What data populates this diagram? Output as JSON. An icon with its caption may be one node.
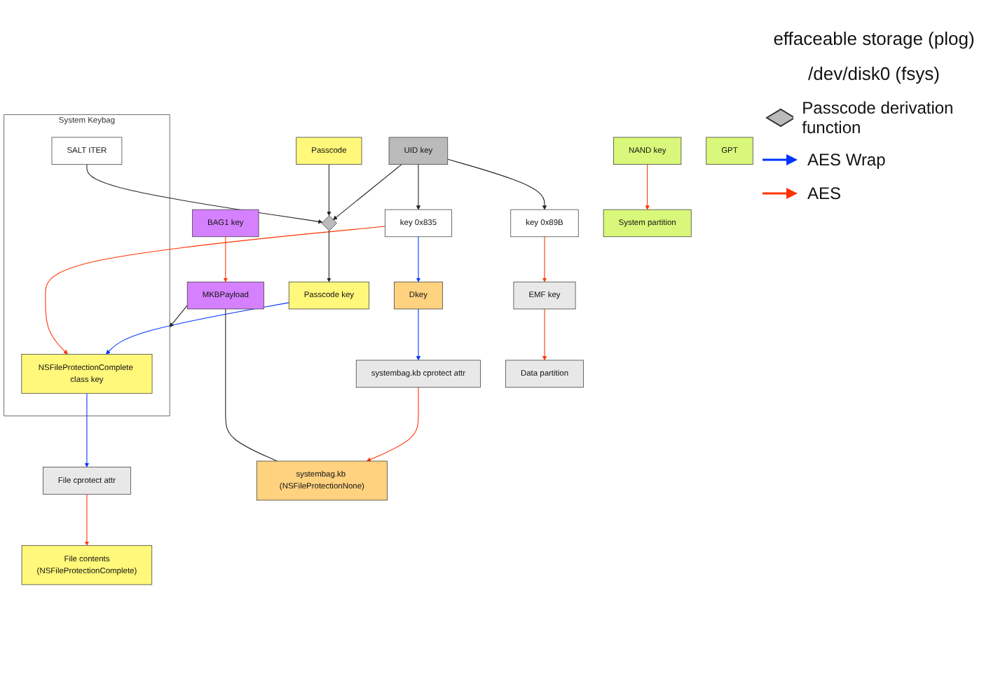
{
  "diagram": {
    "nodes": [
      {
        "text": [
          "UID key"
        ]
      },
      {
        "text": [
          "key 0x89B"
        ]
      },
      {
        "text": [
          "key 0x835"
        ]
      },
      {
        "text": [
          "EMF key"
        ]
      },
      {
        "text": [
          "Dkey"
        ]
      },
      {
        "text": [
          "BAG1 key"
        ]
      },
      {
        "text": [
          "GPT"
        ]
      },
      {
        "text": [
          "System partition"
        ]
      },
      {
        "text": [
          "Data partition"
        ]
      },
      {
        "text": [
          "systembag.kb cprotect attr"
        ]
      },
      {
        "text": [
          "systembag.kb (NSFileProtectionNone)"
        ]
      },
      {
        "text": [
          "File cprotect attr"
        ]
      },
      {
        "text": [
          "File contents",
          "(NSFileProtectionComplete)"
        ]
      },
      {
        "text": [
          "NAND key"
        ]
      },
      {
        "text": [
          "System Keybag"
        ]
      },
      {
        "text": [
          "NSFileProtectionComplete class key"
        ],
        "in": 14
      },
      {
        "text": [
          "SALT ITER"
        ],
        "in": 14
      },
      {
        "text": [
          "MKBPayload"
        ]
      },
      {
        "text": [
          "Passcode key"
        ]
      },
      {
        "text": [],
        "shape": "diamond"
      },
      {
        "text": [
          "Passcode"
        ]
      }
    ],
    "edges": [
      {
        "from": 0,
        "to": 1,
        "arrow": "to"
      },
      {
        "from": 0,
        "to": 2,
        "arrow": "to"
      },
      {
        "from": 0,
        "to": 19,
        "arrow": "to"
      },
      {
        "from": 1,
        "to": 3,
        "arrow": "to",
        "color": "#ff3300"
      },
      {
        "from": 2,
        "to": 4,
        "arrow": "to",
        "color": "#0033ff"
      },
      {
        "from": 2,
        "to": 15,
        "arrow": "to",
        "color": "#ff3300"
      },
      {
        "from": 3,
        "to": 8,
        "arrow": "to",
        "color": "#ff3300"
      },
      {
        "from": 4,
        "to": 9,
        "arrow": "to",
        "color": "#0033ff"
      },
      {
        "from": 5,
        "to": 17,
        "arrow": "to",
        "color": "#ff3300"
      },
      {
        "from": 13,
        "to": 7,
        "arrow": "to",
        "color": "#ff3300"
      },
      {
        "from": 9,
        "to": 10,
        "arrow": "to",
        "color": "#ff3300"
      },
      {
        "from": 17,
        "to": 14,
        "arrow": "to"
      },
      {
        "from": 17,
        "to": 10,
        "arrow": "none"
      },
      {
        "from": 15,
        "to": 11,
        "arrow": "to",
        "color": "#0033ff"
      },
      {
        "from": 11,
        "to": 12,
        "arrow": "to",
        "color": "#ff3300"
      },
      {
        "from": 18,
        "to": 15,
        "arrow": "to",
        "color": "#0033ff"
      },
      {
        "from": 19,
        "to": 18,
        "arrow": "to"
      },
      {
        "from": 16,
        "to": 19,
        "arrow": "to"
      },
      {
        "from": 20,
        "to": 19,
        "arrow": "to"
      }
    ],
    "labels": [
      "effaceable storage (plog)",
      "/dev/disk0 (fsys)"
    ],
    "legend": [
      {
        "text": "Passcode derivation function"
      },
      {
        "text": "AES Wrap"
      },
      {
        "text": "AES"
      }
    ]
  }
}
